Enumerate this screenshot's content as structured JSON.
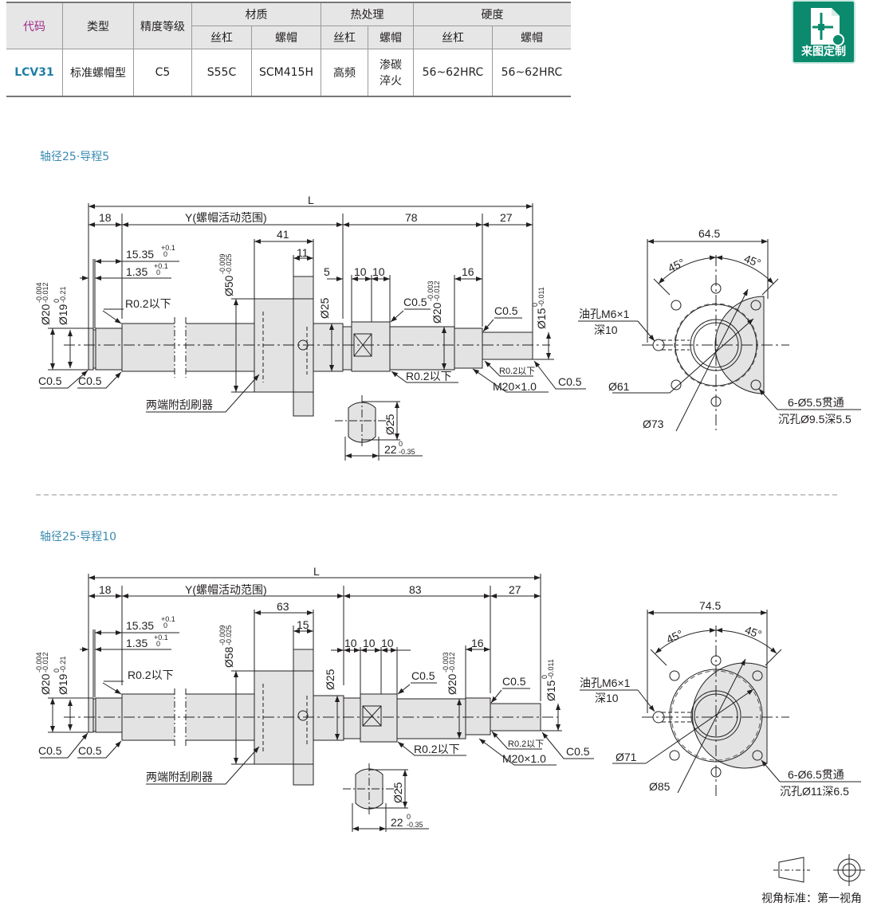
{
  "spec_table": {
    "headers": {
      "code": "代码",
      "type": "类型",
      "precision": "精度等级",
      "material": "材质",
      "heat_treatment": "热处理",
      "hardness": "硬度",
      "sub": {
        "mat_screw": "丝杠",
        "mat_nut": "螺帽",
        "heat_screw": "丝杠",
        "heat_nut": "螺帽",
        "hard_screw": "丝杠",
        "hard_nut": "螺帽"
      }
    },
    "row": {
      "code": "LCV31",
      "type": "标准螺帽型",
      "precision": "C5",
      "mat_screw": "S55C",
      "mat_nut": "SCM415H",
      "heat_screw": "高频",
      "heat_nut_line1": "渗碳",
      "heat_nut_line2": "淬火",
      "hard_screw": "56~62HRC",
      "hard_nut": "56~62HRC"
    }
  },
  "badge": {
    "icon": "drawing-custom-icon",
    "label": "来图定制",
    "color": "#0b8a6e"
  },
  "colors": {
    "title": "#3a8ab0",
    "code": "#1f7fa6",
    "code_header": "#a0298a",
    "L_label": "#8a2a8a",
    "part_fill": "#e3e3e3"
  },
  "sections": [
    {
      "title": "轴径25·导程5",
      "dims": {
        "L": "L",
        "d18": "18",
        "Y": "Y(螺帽活动范围)",
        "d78": "78",
        "d27": "27",
        "d41": "41",
        "d11": "11",
        "d5": "5",
        "d10a": "10",
        "d10b": "10",
        "d16": "16",
        "groove_w": "15.35",
        "groove_w_tol_up": "+0.1",
        "groove_w_tol_lo": "0",
        "groove_p": "1.35",
        "groove_p_tol_up": "+0.1",
        "groove_p_tol_lo": "0",
        "flange_dia": "Ø50",
        "flange_tol_up": "-0.009",
        "flange_tol_lo": "-0.025",
        "shaft_dia": "Ø20",
        "shaft_tol_up": "-0.004",
        "shaft_tol_lo": "-0.012",
        "groove_dia": "Ø19",
        "groove_tol_up": "0",
        "groove_tol_lo": "-0.21",
        "d25": "Ø25",
        "brg_dia": "Ø20",
        "brg_tol_up": "-0.003",
        "brg_tol_lo": "-0.012",
        "end_dia": "Ø15",
        "end_tol_up": "0",
        "end_tol_lo": "-0.011",
        "r02_left": "R0.2以下",
        "c05_a": "C0.5",
        "c05_b": "C0.5",
        "c05_c": "C0.5",
        "c05_d": "C0.5",
        "c05_e": "C0.5",
        "r02_mid": "R0.2以下",
        "r02_small": "R0.2以下",
        "thread": "M20×1.0",
        "wiper": "两端附刮刷器",
        "sec_dia": "Ø25",
        "flat": "22",
        "flat_tol_up": "0",
        "flat_tol_lo": "-0.35"
      },
      "end_view": {
        "width": "64.5",
        "angle1": "45°",
        "angle2": "45°",
        "oil_hole_1": "油孔M6×1",
        "oil_hole_2": "深10",
        "pcd": "Ø61",
        "outer": "Ø73",
        "holes_1": "6-Ø5.5贯通",
        "holes_2": "沉孔Ø9.5深5.5"
      }
    },
    {
      "title": "轴径25·导程10",
      "dims": {
        "L": "L",
        "d18": "18",
        "Y": "Y(螺帽活动范围)",
        "d78": "83",
        "d27": "27",
        "d41": "63",
        "d11": "15",
        "d5": "10",
        "d10a": "10",
        "d10b": "10",
        "d16": "16",
        "groove_w": "15.35",
        "groove_w_tol_up": "+0.1",
        "groove_w_tol_lo": "0",
        "groove_p": "1.35",
        "groove_p_tol_up": "+0.1",
        "groove_p_tol_lo": "0",
        "flange_dia": "Ø58",
        "flange_tol_up": "-0.009",
        "flange_tol_lo": "-0.025",
        "shaft_dia": "Ø20",
        "shaft_tol_up": "-0.004",
        "shaft_tol_lo": "-0.012",
        "groove_dia": "Ø19",
        "groove_tol_up": "0",
        "groove_tol_lo": "-0.21",
        "d25": "Ø25",
        "brg_dia": "Ø20",
        "brg_tol_up": "-0.003",
        "brg_tol_lo": "-0.012",
        "end_dia": "Ø15",
        "end_tol_up": "0",
        "end_tol_lo": "-0.011",
        "r02_left": "R0.2以下",
        "c05_a": "C0.5",
        "c05_b": "C0.5",
        "c05_c": "C0.5",
        "c05_d": "C0.5",
        "c05_e": "C0.5",
        "r02_mid": "R0.2以下",
        "r02_small": "R0.2以下",
        "thread": "M20×1.0",
        "wiper": "两端附刮刷器",
        "sec_dia": "Ø25",
        "flat": "22",
        "flat_tol_up": "0",
        "flat_tol_lo": "-0.35"
      },
      "end_view": {
        "width": "74.5",
        "angle1": "45°",
        "angle2": "45°",
        "oil_hole_1": "油孔M6×1",
        "oil_hole_2": "深10",
        "pcd": "Ø71",
        "outer": "Ø85",
        "holes_1": "6-Ø6.5贯通",
        "holes_2": "沉孔Ø11深6.5"
      }
    }
  ],
  "view_standard": {
    "label": "视角标准：第一视角",
    "projection_icon": "first-angle-projection-icon"
  }
}
